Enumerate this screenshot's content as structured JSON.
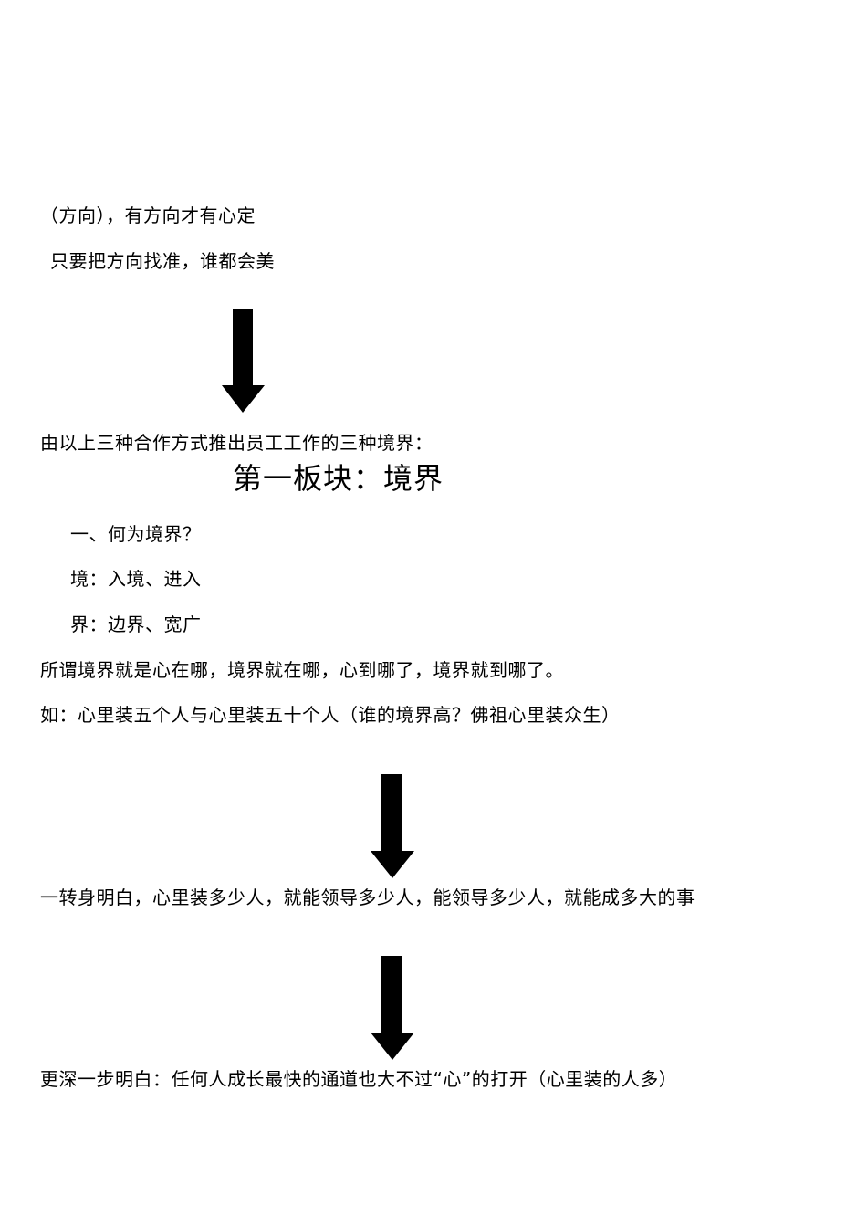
{
  "document": {
    "lines": [
      {
        "id": "direction-line",
        "text": "（方向），有方向才有心定"
      },
      {
        "id": "find-direction-line",
        "text": "只要把方向找准，谁都会美"
      },
      {
        "id": "intro-line",
        "text": "由以上三种合作方式推出员工工作的三种境界："
      },
      {
        "id": "section-title",
        "text": "第一板块：境界"
      },
      {
        "id": "question-line",
        "text": "一、何为境界？"
      },
      {
        "id": "jing-line",
        "text": "境：入境、进入"
      },
      {
        "id": "jie-line",
        "text": "界：边界、宽广"
      },
      {
        "id": "definition-line",
        "text": "所谓境界就是心在哪，境界就在哪，心到哪了，境界就到哪了。"
      },
      {
        "id": "example-line",
        "text": "如：心里装五个人与心里装五十个人（谁的境界高？佛祖心里装众生）"
      },
      {
        "id": "realization-line",
        "text": "一转身明白，心里装多少人，就能领导多少人，能领导多少人，就能成多大的事"
      },
      {
        "id": "deeper-line",
        "text": "更深一步明白：任何人成长最快的通道也大不过“心”的打开（心里装的人多）"
      }
    ],
    "arrows": [
      {
        "id": "arrow-1",
        "icon": "down-arrow-icon"
      },
      {
        "id": "arrow-2",
        "icon": "down-arrow-icon"
      },
      {
        "id": "arrow-3",
        "icon": "down-arrow-icon"
      }
    ],
    "colors": {
      "text": "#000000",
      "background": "#ffffff",
      "arrow": "#000000"
    }
  }
}
